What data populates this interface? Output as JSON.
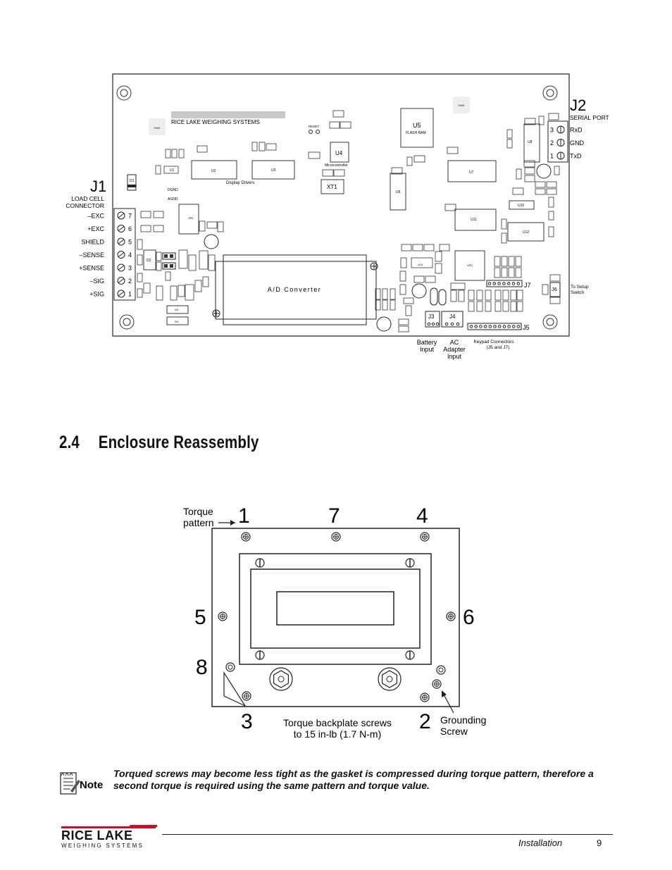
{
  "board": {
    "company_label": "RICE LAKE WEIGHING SYSTEMS",
    "j1": {
      "title": "J1",
      "subtitle_line1": "LOAD CELL",
      "subtitle_line2": "CONNECTOR",
      "pins": [
        {
          "num": "7",
          "label": "–EXC"
        },
        {
          "num": "6",
          "label": "+EXC"
        },
        {
          "num": "5",
          "label": "SHIELD"
        },
        {
          "num": "4",
          "label": "–SENSE"
        },
        {
          "num": "3",
          "label": "+SENSE"
        },
        {
          "num": "2",
          "label": "–SIG"
        },
        {
          "num": "1",
          "label": "+SIG"
        }
      ]
    },
    "j2": {
      "title": "J2",
      "subtitle": "SERIAL PORT",
      "pins": [
        {
          "num": "3",
          "label": "RxD"
        },
        {
          "num": "2",
          "label": "GND"
        },
        {
          "num": "1",
          "label": "TxD"
        }
      ]
    },
    "chips": {
      "u1": "U1",
      "u2": "U2",
      "u3": "U3",
      "u4": "U4",
      "u5": "U5",
      "u6": "U6",
      "u7": "U7",
      "u8": "U8",
      "u10": "U10",
      "u11": "U11",
      "u12": "U12",
      "u13": "U13",
      "vr1": "VR1",
      "vr2": "VR2",
      "xt1": "XT1",
      "d1": "D1",
      "d2": "D2",
      "d3": "D3",
      "d4": "D4",
      "flash": "FLASH RAM",
      "micro": "Microcontroller",
      "drivers": "Display Drivers",
      "ad": "A/D Converter",
      "reset": "RESET",
      "gnd": "GND",
      "dgnd": "DGND",
      "agnd": "AGND"
    },
    "connectors": {
      "j3": "J3",
      "j4": "J4",
      "j5": "J5",
      "j6": "J6",
      "j7": "J7",
      "battery_line1": "Battery",
      "battery_line2": "Input",
      "ac_line1": "AC",
      "ac_line2": "Adapter",
      "ac_line3": "Input",
      "keypad_line1": "Keypad Connectors",
      "keypad_line2": "(J5 and J7)",
      "setup_line1": "To Setup",
      "setup_line2": "Switch"
    }
  },
  "section": {
    "number": "2.4",
    "title": "Enclosure Reassembly"
  },
  "enclosure": {
    "pattern_numbers": [
      "1",
      "7",
      "4",
      "5",
      "6",
      "8",
      "3",
      "2"
    ],
    "torque_label_line1": "Torque",
    "torque_label_line2": "pattern",
    "backplate_line1": "Torque backplate screws",
    "backplate_line2": "to 15 in-lb (1.7 N-m)",
    "ground_line1": "Grounding",
    "ground_line2": "Screw"
  },
  "note": {
    "label": "Note",
    "text": "Torqued screws may become less tight as the gasket is compressed during torque pattern, therefore a second torque is required using the same pattern and torque value."
  },
  "footer": {
    "logo_top": "RICE LAKE",
    "logo_bottom": "WEIGHING SYSTEMS",
    "section": "Installation",
    "page": "9"
  },
  "colors": {
    "text": "#111111",
    "line": "#222222",
    "gray_bar": "#c8c8c8",
    "logo_red": "#c8102e"
  }
}
